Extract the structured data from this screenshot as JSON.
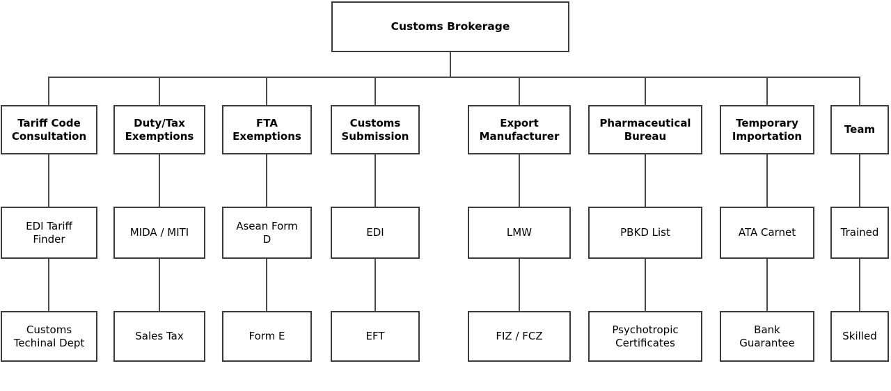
{
  "root": {
    "label": "Customs Brokerage"
  },
  "columns": [
    {
      "header": "Tariff Code Consultation",
      "children": [
        "EDI Tariff Finder",
        "Customs Techinal Dept"
      ]
    },
    {
      "header": "Duty/Tax Exemptions",
      "children": [
        "MIDA / MITI",
        "Sales Tax"
      ]
    },
    {
      "header": "FTA Exemptions",
      "children": [
        "Asean Form D",
        "Form E"
      ]
    },
    {
      "header": "Customs Submission",
      "children": [
        "EDI",
        "EFT"
      ]
    },
    {
      "header": "Export Manufacturer",
      "children": [
        "LMW",
        "FIZ / FCZ"
      ]
    },
    {
      "header": "Pharmaceutical Bureau",
      "children": [
        "PBKD List",
        "Psychotropic Certificates"
      ]
    },
    {
      "header": "Temporary Importation",
      "children": [
        "ATA Carnet",
        "Bank Guarantee"
      ]
    },
    {
      "header": "Team",
      "children": [
        "Trained",
        "Skilled"
      ]
    }
  ],
  "colors": {
    "box_border": "#3c3c3c",
    "connector": "#4a4a4a",
    "background": "#ffffff",
    "text": "#000000"
  }
}
